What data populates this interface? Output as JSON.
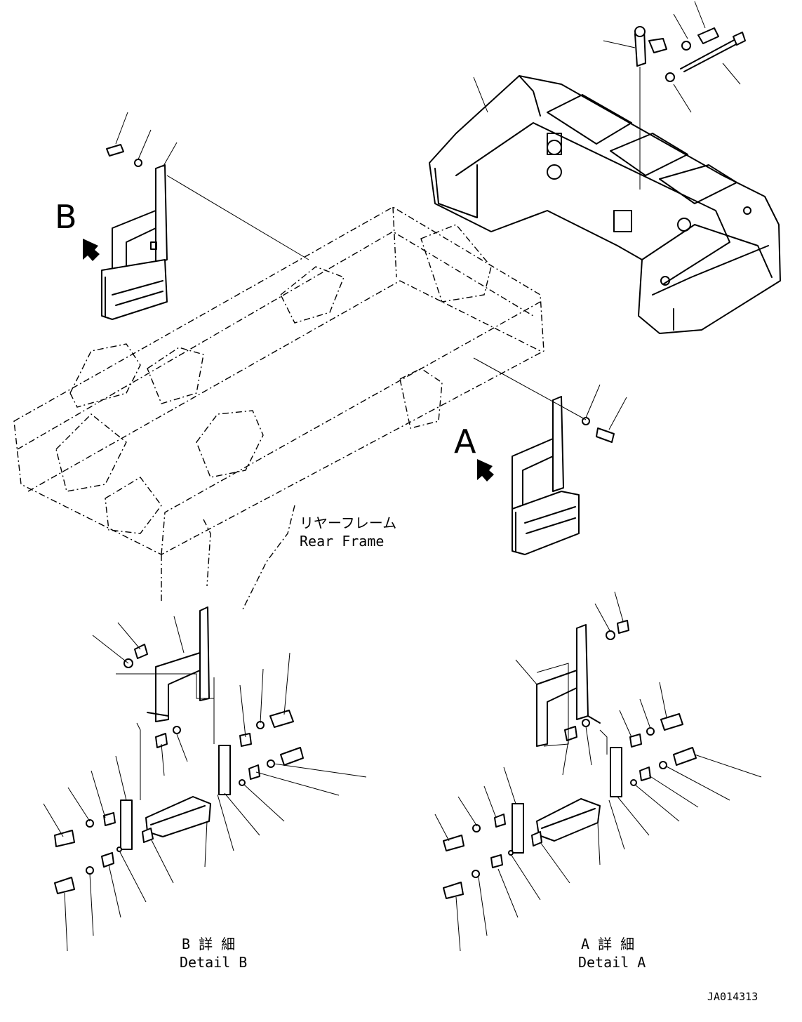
{
  "view_labels": {
    "a": "A",
    "b": "B"
  },
  "frame_label": {
    "japanese": "リヤーフレーム",
    "english": "Rear Frame"
  },
  "detail_b": {
    "japanese": "B 詳 細",
    "english": "Detail B"
  },
  "detail_a": {
    "japanese": "A 詳 細",
    "english": "Detail A"
  },
  "drawing_number": "JA014313"
}
